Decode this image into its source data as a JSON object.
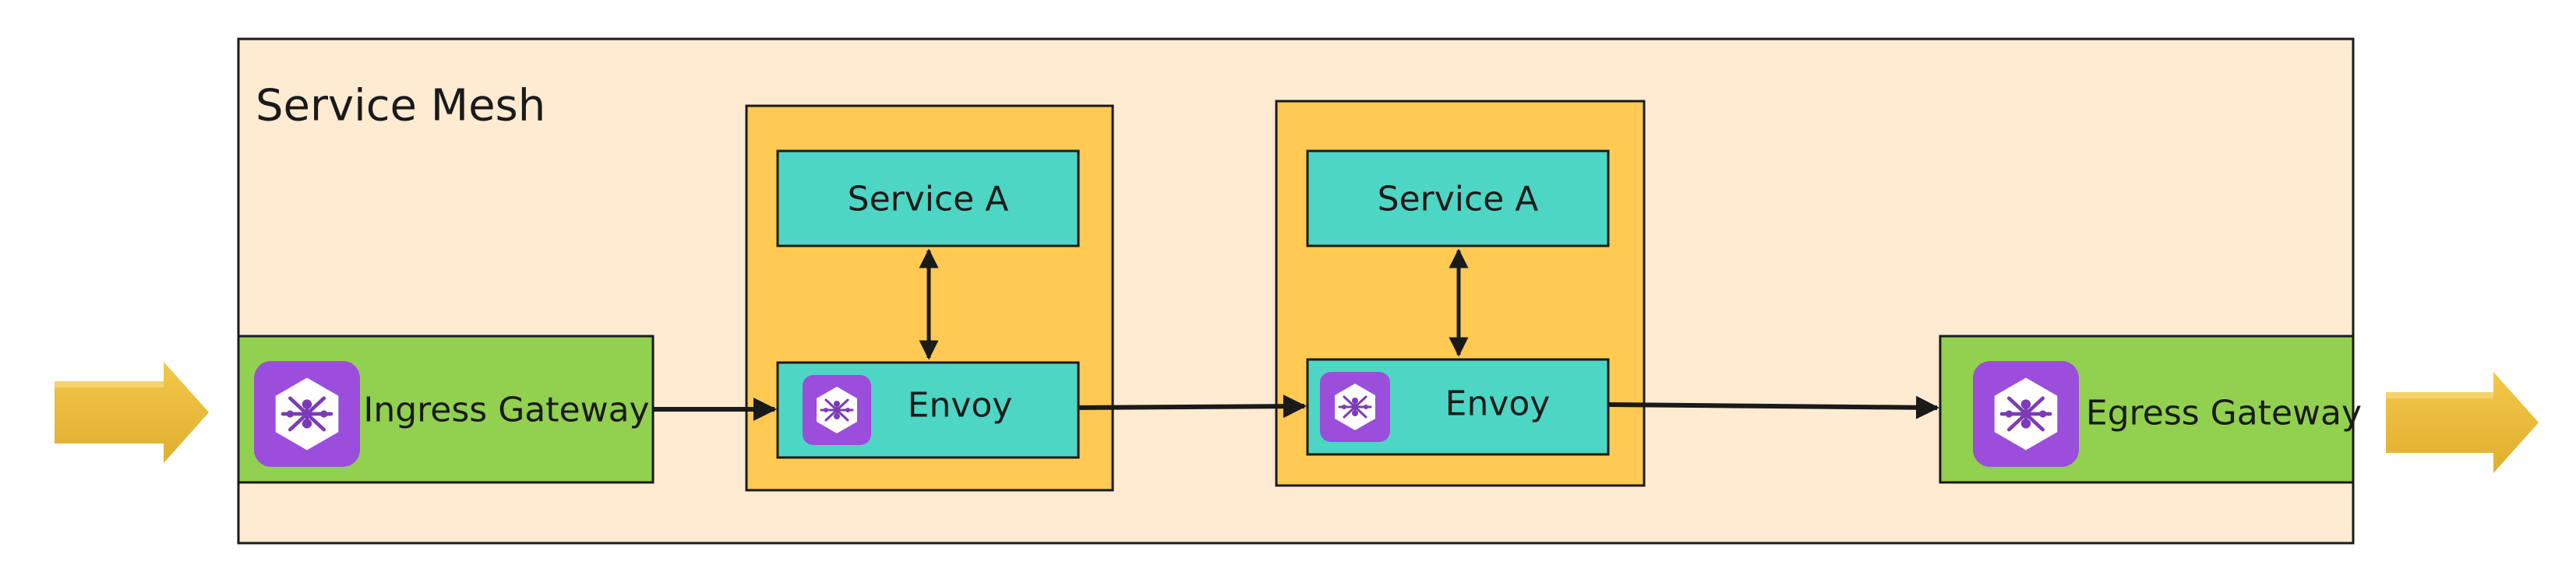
{
  "mesh": {
    "title": "Service Mesh"
  },
  "ingress": {
    "label": "Ingress Gateway",
    "icon": "envoy-hexagon-icon"
  },
  "egress": {
    "label": "Egress Gateway",
    "icon": "envoy-hexagon-icon"
  },
  "pods": [
    {
      "service_label": "Service A",
      "sidecar_label": "Envoy",
      "sidecar_icon": "envoy-hexagon-icon"
    },
    {
      "service_label": "Service A",
      "sidecar_label": "Envoy",
      "sidecar_icon": "envoy-hexagon-icon"
    }
  ],
  "colors": {
    "mesh_fill": "#FFEBD2",
    "gateway_fill": "#92D050",
    "pod_fill": "#FFC952",
    "service_fill": "#4DD6C4",
    "icon_fill": "#9B4DDB",
    "flow_arrow": "#E6B733",
    "line": "#1a1a1a"
  }
}
